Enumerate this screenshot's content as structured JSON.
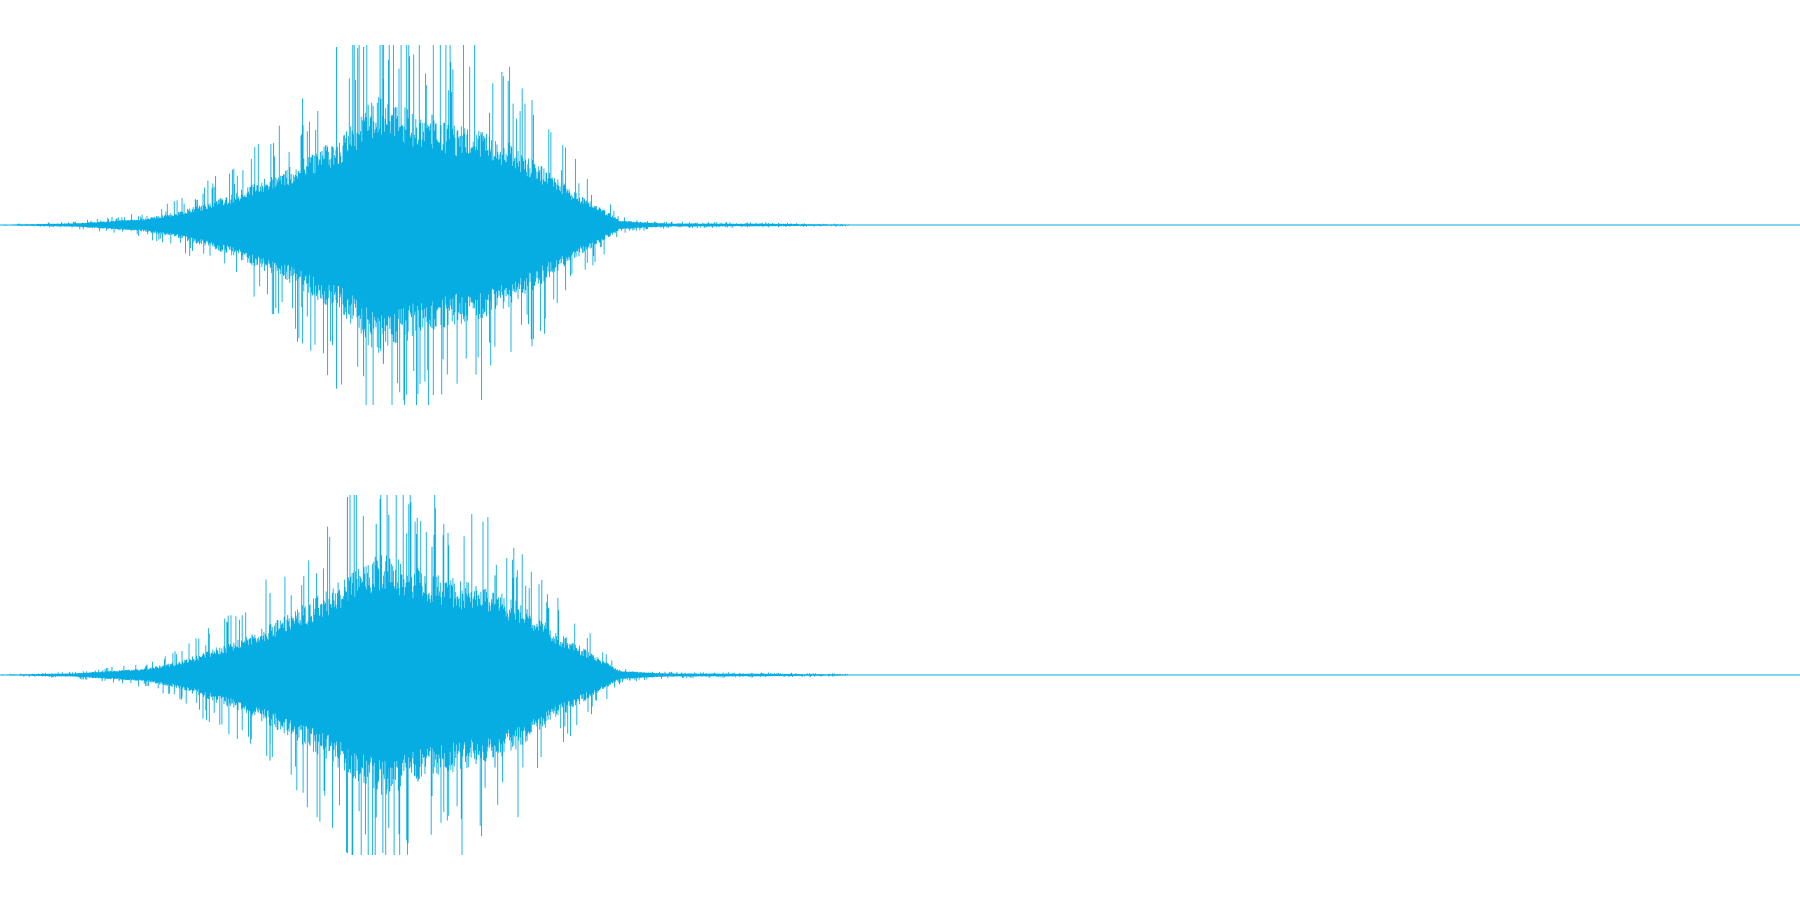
{
  "waveform": {
    "color": "#05ADE3",
    "background": "#FFFFFF",
    "channels": [
      {
        "name": "left",
        "envelope": [
          [
            0.0,
            0.003
          ],
          [
            0.04,
            0.012
          ],
          [
            0.08,
            0.045
          ],
          [
            0.1,
            0.095
          ],
          [
            0.13,
            0.22
          ],
          [
            0.16,
            0.4
          ],
          [
            0.19,
            0.62
          ],
          [
            0.21,
            0.92
          ],
          [
            0.23,
            0.78
          ],
          [
            0.25,
            0.7
          ],
          [
            0.27,
            0.66
          ],
          [
            0.29,
            0.52
          ],
          [
            0.31,
            0.32
          ],
          [
            0.33,
            0.15
          ],
          [
            0.345,
            0.03
          ],
          [
            0.37,
            0.012
          ],
          [
            0.42,
            0.01
          ],
          [
            0.47,
            0.005
          ],
          [
            0.475,
            0.0
          ]
        ],
        "peaks": [
          {
            "at": 0.187,
            "up": 1.0,
            "down": 0.92
          },
          {
            "at": 0.202,
            "up": 1.0,
            "down": 0.85
          },
          {
            "at": 0.213,
            "up": 0.82,
            "down": 0.78
          },
          {
            "at": 0.225,
            "up": 0.66,
            "down": 0.62
          },
          {
            "at": 0.24,
            "up": 0.62,
            "down": 0.58
          },
          {
            "at": 0.272,
            "up": 0.63,
            "down": 0.66
          },
          {
            "at": 0.152,
            "up": 0.46,
            "down": 0.5
          }
        ]
      },
      {
        "name": "right",
        "envelope": [
          [
            0.0,
            0.003
          ],
          [
            0.04,
            0.012
          ],
          [
            0.08,
            0.045
          ],
          [
            0.1,
            0.095
          ],
          [
            0.13,
            0.24
          ],
          [
            0.16,
            0.42
          ],
          [
            0.19,
            0.66
          ],
          [
            0.21,
            0.86
          ],
          [
            0.23,
            0.76
          ],
          [
            0.25,
            0.68
          ],
          [
            0.27,
            0.62
          ],
          [
            0.29,
            0.5
          ],
          [
            0.31,
            0.3
          ],
          [
            0.33,
            0.14
          ],
          [
            0.345,
            0.03
          ],
          [
            0.37,
            0.012
          ],
          [
            0.42,
            0.01
          ],
          [
            0.47,
            0.005
          ],
          [
            0.475,
            0.0
          ]
        ],
        "peaks": [
          {
            "at": 0.193,
            "up": 1.0,
            "down": 1.0
          },
          {
            "at": 0.209,
            "up": 0.85,
            "down": 0.8
          },
          {
            "at": 0.216,
            "up": 0.9,
            "down": 0.86
          },
          {
            "at": 0.24,
            "up": 0.72,
            "down": 0.68
          },
          {
            "at": 0.275,
            "up": 0.56,
            "down": 0.52
          },
          {
            "at": 0.15,
            "up": 0.46,
            "down": 0.48
          }
        ]
      }
    ]
  }
}
